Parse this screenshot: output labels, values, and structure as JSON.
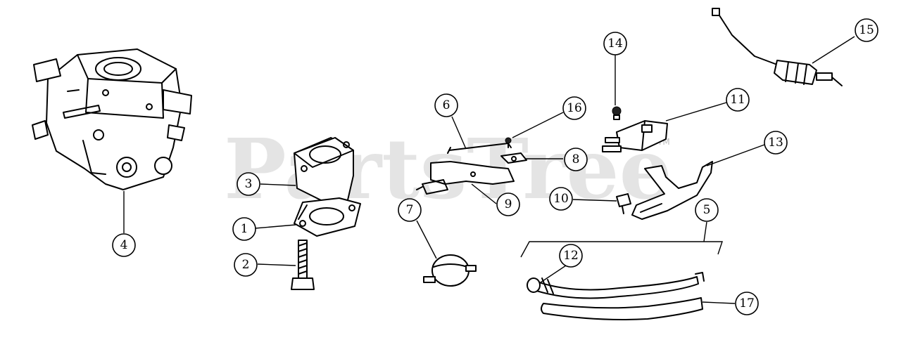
{
  "watermark": {
    "text": "PartsTree",
    "tm": "TM"
  },
  "callouts": [
    {
      "id": "c1",
      "label": "1"
    },
    {
      "id": "c2",
      "label": "2"
    },
    {
      "id": "c3",
      "label": "3"
    },
    {
      "id": "c4",
      "label": "4"
    },
    {
      "id": "c5",
      "label": "5"
    },
    {
      "id": "c6",
      "label": "6"
    },
    {
      "id": "c7",
      "label": "7"
    },
    {
      "id": "c8",
      "label": "8"
    },
    {
      "id": "c9",
      "label": "9"
    },
    {
      "id": "c10",
      "label": "10"
    },
    {
      "id": "c11",
      "label": "11"
    },
    {
      "id": "c12",
      "label": "12"
    },
    {
      "id": "c13",
      "label": "13"
    },
    {
      "id": "c14",
      "label": "14"
    },
    {
      "id": "c15",
      "label": "15"
    },
    {
      "id": "c16",
      "label": "16"
    },
    {
      "id": "c17",
      "label": "17"
    }
  ]
}
